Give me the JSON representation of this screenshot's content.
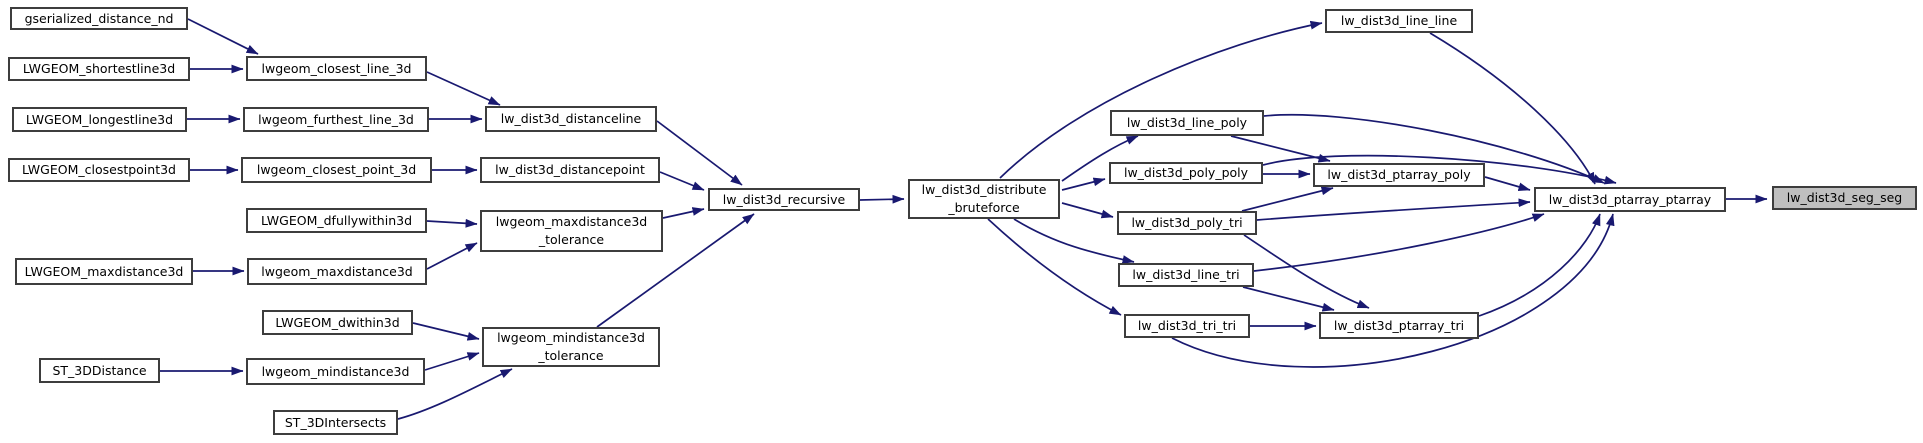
{
  "diagram": {
    "type": "call-graph",
    "direction": "left-to-right",
    "background_color": "#ffffff",
    "edge_color": "#191970",
    "node_fill_color": "#ffffff",
    "node_border_color": "#3d3d3d",
    "highlight_fill_color": "#bfbfbf",
    "highlighted_node": "lw_dist3d_seg_seg",
    "nodes": [
      {
        "id": "gserialized_distance_nd",
        "label": "gserialized_distance_nd",
        "highlight": false
      },
      {
        "id": "LWGEOM_shortestline3d",
        "label": "LWGEOM_shortestline3d",
        "highlight": false
      },
      {
        "id": "LWGEOM_longestline3d",
        "label": "LWGEOM_longestline3d",
        "highlight": false
      },
      {
        "id": "LWGEOM_closestpoint3d",
        "label": "LWGEOM_closestpoint3d",
        "highlight": false
      },
      {
        "id": "LWGEOM_maxdistance3d",
        "label": "LWGEOM_maxdistance3d",
        "highlight": false
      },
      {
        "id": "ST_3DDistance",
        "label": "ST_3DDistance",
        "highlight": false
      },
      {
        "id": "lwgeom_closest_line_3d",
        "label": "lwgeom_closest_line_3d",
        "highlight": false
      },
      {
        "id": "lwgeom_furthest_line_3d",
        "label": "lwgeom_furthest_line_3d",
        "highlight": false
      },
      {
        "id": "lwgeom_closest_point_3d",
        "label": "lwgeom_closest_point_3d",
        "highlight": false
      },
      {
        "id": "LWGEOM_dfullywithin3d",
        "label": "LWGEOM_dfullywithin3d",
        "highlight": false
      },
      {
        "id": "lwgeom_maxdistance3d",
        "label": "lwgeom_maxdistance3d",
        "highlight": false
      },
      {
        "id": "LWGEOM_dwithin3d",
        "label": "LWGEOM_dwithin3d",
        "highlight": false
      },
      {
        "id": "lwgeom_mindistance3d",
        "label": "lwgeom_mindistance3d",
        "highlight": false
      },
      {
        "id": "ST_3DIntersects",
        "label": "ST_3DIntersects",
        "highlight": false
      },
      {
        "id": "lw_dist3d_distanceline",
        "label": "lw_dist3d_distanceline",
        "highlight": false
      },
      {
        "id": "lw_dist3d_distancepoint",
        "label": "lw_dist3d_distancepoint",
        "highlight": false
      },
      {
        "id": "lwgeom_maxdistance3d_tolerance",
        "label": "lwgeom_maxdistance3d\n_tolerance",
        "highlight": false
      },
      {
        "id": "lwgeom_mindistance3d_tolerance",
        "label": "lwgeom_mindistance3d\n_tolerance",
        "highlight": false
      },
      {
        "id": "lw_dist3d_recursive",
        "label": "lw_dist3d_recursive",
        "highlight": false
      },
      {
        "id": "lw_dist3d_distribute_bruteforce",
        "label": "lw_dist3d_distribute\n_bruteforce",
        "highlight": false
      },
      {
        "id": "lw_dist3d_line_line",
        "label": "lw_dist3d_line_line",
        "highlight": false
      },
      {
        "id": "lw_dist3d_line_poly",
        "label": "lw_dist3d_line_poly",
        "highlight": false
      },
      {
        "id": "lw_dist3d_poly_poly",
        "label": "lw_dist3d_poly_poly",
        "highlight": false
      },
      {
        "id": "lw_dist3d_poly_tri",
        "label": "lw_dist3d_poly_tri",
        "highlight": false
      },
      {
        "id": "lw_dist3d_line_tri",
        "label": "lw_dist3d_line_tri",
        "highlight": false
      },
      {
        "id": "lw_dist3d_tri_tri",
        "label": "lw_dist3d_tri_tri",
        "highlight": false
      },
      {
        "id": "lw_dist3d_ptarray_poly",
        "label": "lw_dist3d_ptarray_poly",
        "highlight": false
      },
      {
        "id": "lw_dist3d_ptarray_tri",
        "label": "lw_dist3d_ptarray_tri",
        "highlight": false
      },
      {
        "id": "lw_dist3d_ptarray_ptarray",
        "label": "lw_dist3d_ptarray_ptarray",
        "highlight": false
      },
      {
        "id": "lw_dist3d_seg_seg",
        "label": "lw_dist3d_seg_seg",
        "highlight": true
      }
    ],
    "edges": [
      {
        "from": "gserialized_distance_nd",
        "to": "lwgeom_closest_line_3d"
      },
      {
        "from": "LWGEOM_shortestline3d",
        "to": "lwgeom_closest_line_3d"
      },
      {
        "from": "LWGEOM_longestline3d",
        "to": "lwgeom_furthest_line_3d"
      },
      {
        "from": "LWGEOM_closestpoint3d",
        "to": "lwgeom_closest_point_3d"
      },
      {
        "from": "LWGEOM_dfullywithin3d",
        "to": "lwgeom_maxdistance3d_tolerance"
      },
      {
        "from": "LWGEOM_maxdistance3d",
        "to": "lwgeom_maxdistance3d"
      },
      {
        "from": "LWGEOM_dwithin3d",
        "to": "lwgeom_mindistance3d_tolerance"
      },
      {
        "from": "ST_3DDistance",
        "to": "lwgeom_mindistance3d"
      },
      {
        "from": "ST_3DIntersects",
        "to": "lwgeom_mindistance3d_tolerance"
      },
      {
        "from": "lwgeom_closest_line_3d",
        "to": "lw_dist3d_distanceline"
      },
      {
        "from": "lwgeom_furthest_line_3d",
        "to": "lw_dist3d_distanceline"
      },
      {
        "from": "lwgeom_closest_point_3d",
        "to": "lw_dist3d_distancepoint"
      },
      {
        "from": "lwgeom_maxdistance3d",
        "to": "lwgeom_maxdistance3d_tolerance"
      },
      {
        "from": "lwgeom_mindistance3d",
        "to": "lwgeom_mindistance3d_tolerance"
      },
      {
        "from": "lw_dist3d_distanceline",
        "to": "lw_dist3d_recursive"
      },
      {
        "from": "lw_dist3d_distancepoint",
        "to": "lw_dist3d_recursive"
      },
      {
        "from": "lwgeom_maxdistance3d_tolerance",
        "to": "lw_dist3d_recursive"
      },
      {
        "from": "lwgeom_mindistance3d_tolerance",
        "to": "lw_dist3d_recursive"
      },
      {
        "from": "lw_dist3d_recursive",
        "to": "lw_dist3d_distribute_bruteforce"
      },
      {
        "from": "lw_dist3d_distribute_bruteforce",
        "to": "lw_dist3d_line_line"
      },
      {
        "from": "lw_dist3d_distribute_bruteforce",
        "to": "lw_dist3d_line_poly"
      },
      {
        "from": "lw_dist3d_distribute_bruteforce",
        "to": "lw_dist3d_poly_poly"
      },
      {
        "from": "lw_dist3d_distribute_bruteforce",
        "to": "lw_dist3d_poly_tri"
      },
      {
        "from": "lw_dist3d_distribute_bruteforce",
        "to": "lw_dist3d_line_tri"
      },
      {
        "from": "lw_dist3d_distribute_bruteforce",
        "to": "lw_dist3d_tri_tri"
      },
      {
        "from": "lw_dist3d_line_line",
        "to": "lw_dist3d_ptarray_ptarray"
      },
      {
        "from": "lw_dist3d_line_poly",
        "to": "lw_dist3d_ptarray_ptarray"
      },
      {
        "from": "lw_dist3d_poly_poly",
        "to": "lw_dist3d_ptarray_ptarray"
      },
      {
        "from": "lw_dist3d_line_poly",
        "to": "lw_dist3d_ptarray_poly"
      },
      {
        "from": "lw_dist3d_poly_poly",
        "to": "lw_dist3d_ptarray_poly"
      },
      {
        "from": "lw_dist3d_poly_tri",
        "to": "lw_dist3d_ptarray_poly"
      },
      {
        "from": "lw_dist3d_poly_tri",
        "to": "lw_dist3d_ptarray_ptarray"
      },
      {
        "from": "lw_dist3d_poly_tri",
        "to": "lw_dist3d_ptarray_tri"
      },
      {
        "from": "lw_dist3d_line_tri",
        "to": "lw_dist3d_ptarray_ptarray"
      },
      {
        "from": "lw_dist3d_line_tri",
        "to": "lw_dist3d_ptarray_tri"
      },
      {
        "from": "lw_dist3d_tri_tri",
        "to": "lw_dist3d_ptarray_tri"
      },
      {
        "from": "lw_dist3d_tri_tri",
        "to": "lw_dist3d_ptarray_ptarray"
      },
      {
        "from": "lw_dist3d_ptarray_poly",
        "to": "lw_dist3d_ptarray_ptarray"
      },
      {
        "from": "lw_dist3d_ptarray_tri",
        "to": "lw_dist3d_ptarray_ptarray"
      },
      {
        "from": "lw_dist3d_ptarray_ptarray",
        "to": "lw_dist3d_seg_seg"
      }
    ]
  }
}
